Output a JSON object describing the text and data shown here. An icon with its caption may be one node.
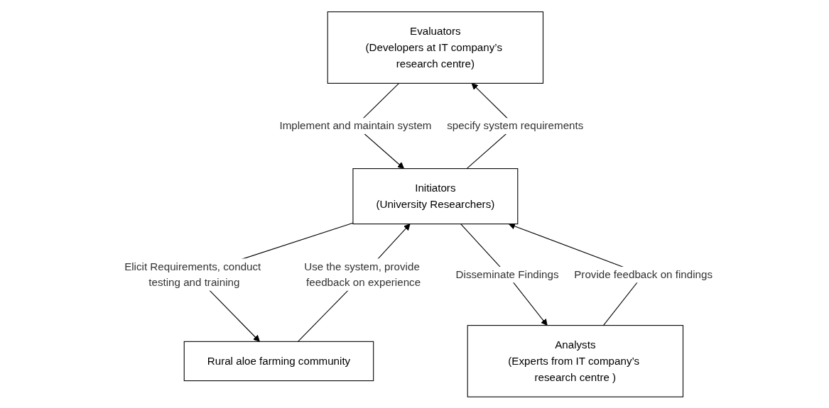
{
  "diagram": {
    "nodes": [
      {
        "text": [
          "Evaluators",
          "(Developers at IT company’s research centre)"
        ]
      },
      {
        "text": [
          "Initiators",
          "(University Researchers)"
        ]
      },
      {
        "text": [
          "Rural aloe farming community"
        ]
      },
      {
        "text": [
          "Analysts",
          "(Experts from IT company’s research centre )"
        ]
      }
    ],
    "edges": [
      {
        "from": 0,
        "to": 1,
        "arrow": "to",
        "label": "Implement and maintain system"
      },
      {
        "from": 1,
        "to": 0,
        "arrow": "to",
        "label": "specify system requirements"
      },
      {
        "from": 1,
        "to": 2,
        "arrow": "to",
        "label": "Elicit Requirements, conduct testing and training"
      },
      {
        "from": 1,
        "to": 3,
        "arrow": "to",
        "label": "Disseminate Findings"
      },
      {
        "from": 2,
        "to": 1,
        "arrow": "to",
        "label": "Use the system, provide feedback on experience"
      },
      {
        "from": 3,
        "to": 1,
        "arrow": "to",
        "label": "Provide feedback on findings"
      }
    ]
  }
}
